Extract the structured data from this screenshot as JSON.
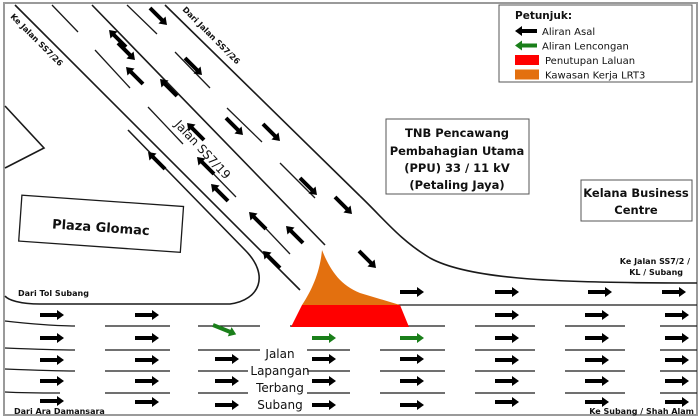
{
  "colors": {
    "asal": "#000000",
    "lencongan": "#1a7f1a",
    "penutupan": "#ff0000",
    "kawasan_kerja": "#e3700f",
    "road_line": "#1a1a1a"
  },
  "legend": {
    "title": "Petunjuk:",
    "items": [
      {
        "label": "Aliran Asal",
        "kind": "arrow",
        "color_key": "asal",
        "icon": "arrow-left-icon"
      },
      {
        "label": "Aliran Lencongan",
        "kind": "arrow",
        "color_key": "lencongan",
        "icon": "arrow-left-icon"
      },
      {
        "label": "Penutupan Laluan",
        "kind": "swatch",
        "color_key": "penutupan"
      },
      {
        "label": "Kawasan Kerja LRT3",
        "kind": "swatch",
        "color_key": "kawasan_kerja"
      }
    ]
  },
  "road_labels": {
    "ke_jalan_ss7_26": "Ke Jalan SS7/26",
    "dari_jalan_ss7_26": "Dari Jalan SS7/26",
    "jalan_ss7_19": "Jalan SS7/19",
    "dari_tol_subang": "Dari Tol Subang",
    "dari_ara_damansara": "Dari Ara Damansara",
    "ke_jalan_ss7_2_line1": "Ke Jalan SS7/2 /",
    "ke_jalan_ss7_2_line2": "KL / Subang",
    "ke_subang_shah_alam": "Ke Subang / Shah Alam",
    "jalan_lapangan_terbang_subang": [
      "Jalan",
      "Lapangan",
      "Terbang",
      "Subang"
    ]
  },
  "buildings": {
    "tnb": [
      "TNB Pencawang",
      "Pembahagian Utama",
      "(PPU) 33 / 11 kV",
      "(Petaling Jaya)"
    ],
    "plaza_glomac": "Plaza Glomac",
    "kelana": [
      "Kelana Business",
      "Centre"
    ]
  }
}
